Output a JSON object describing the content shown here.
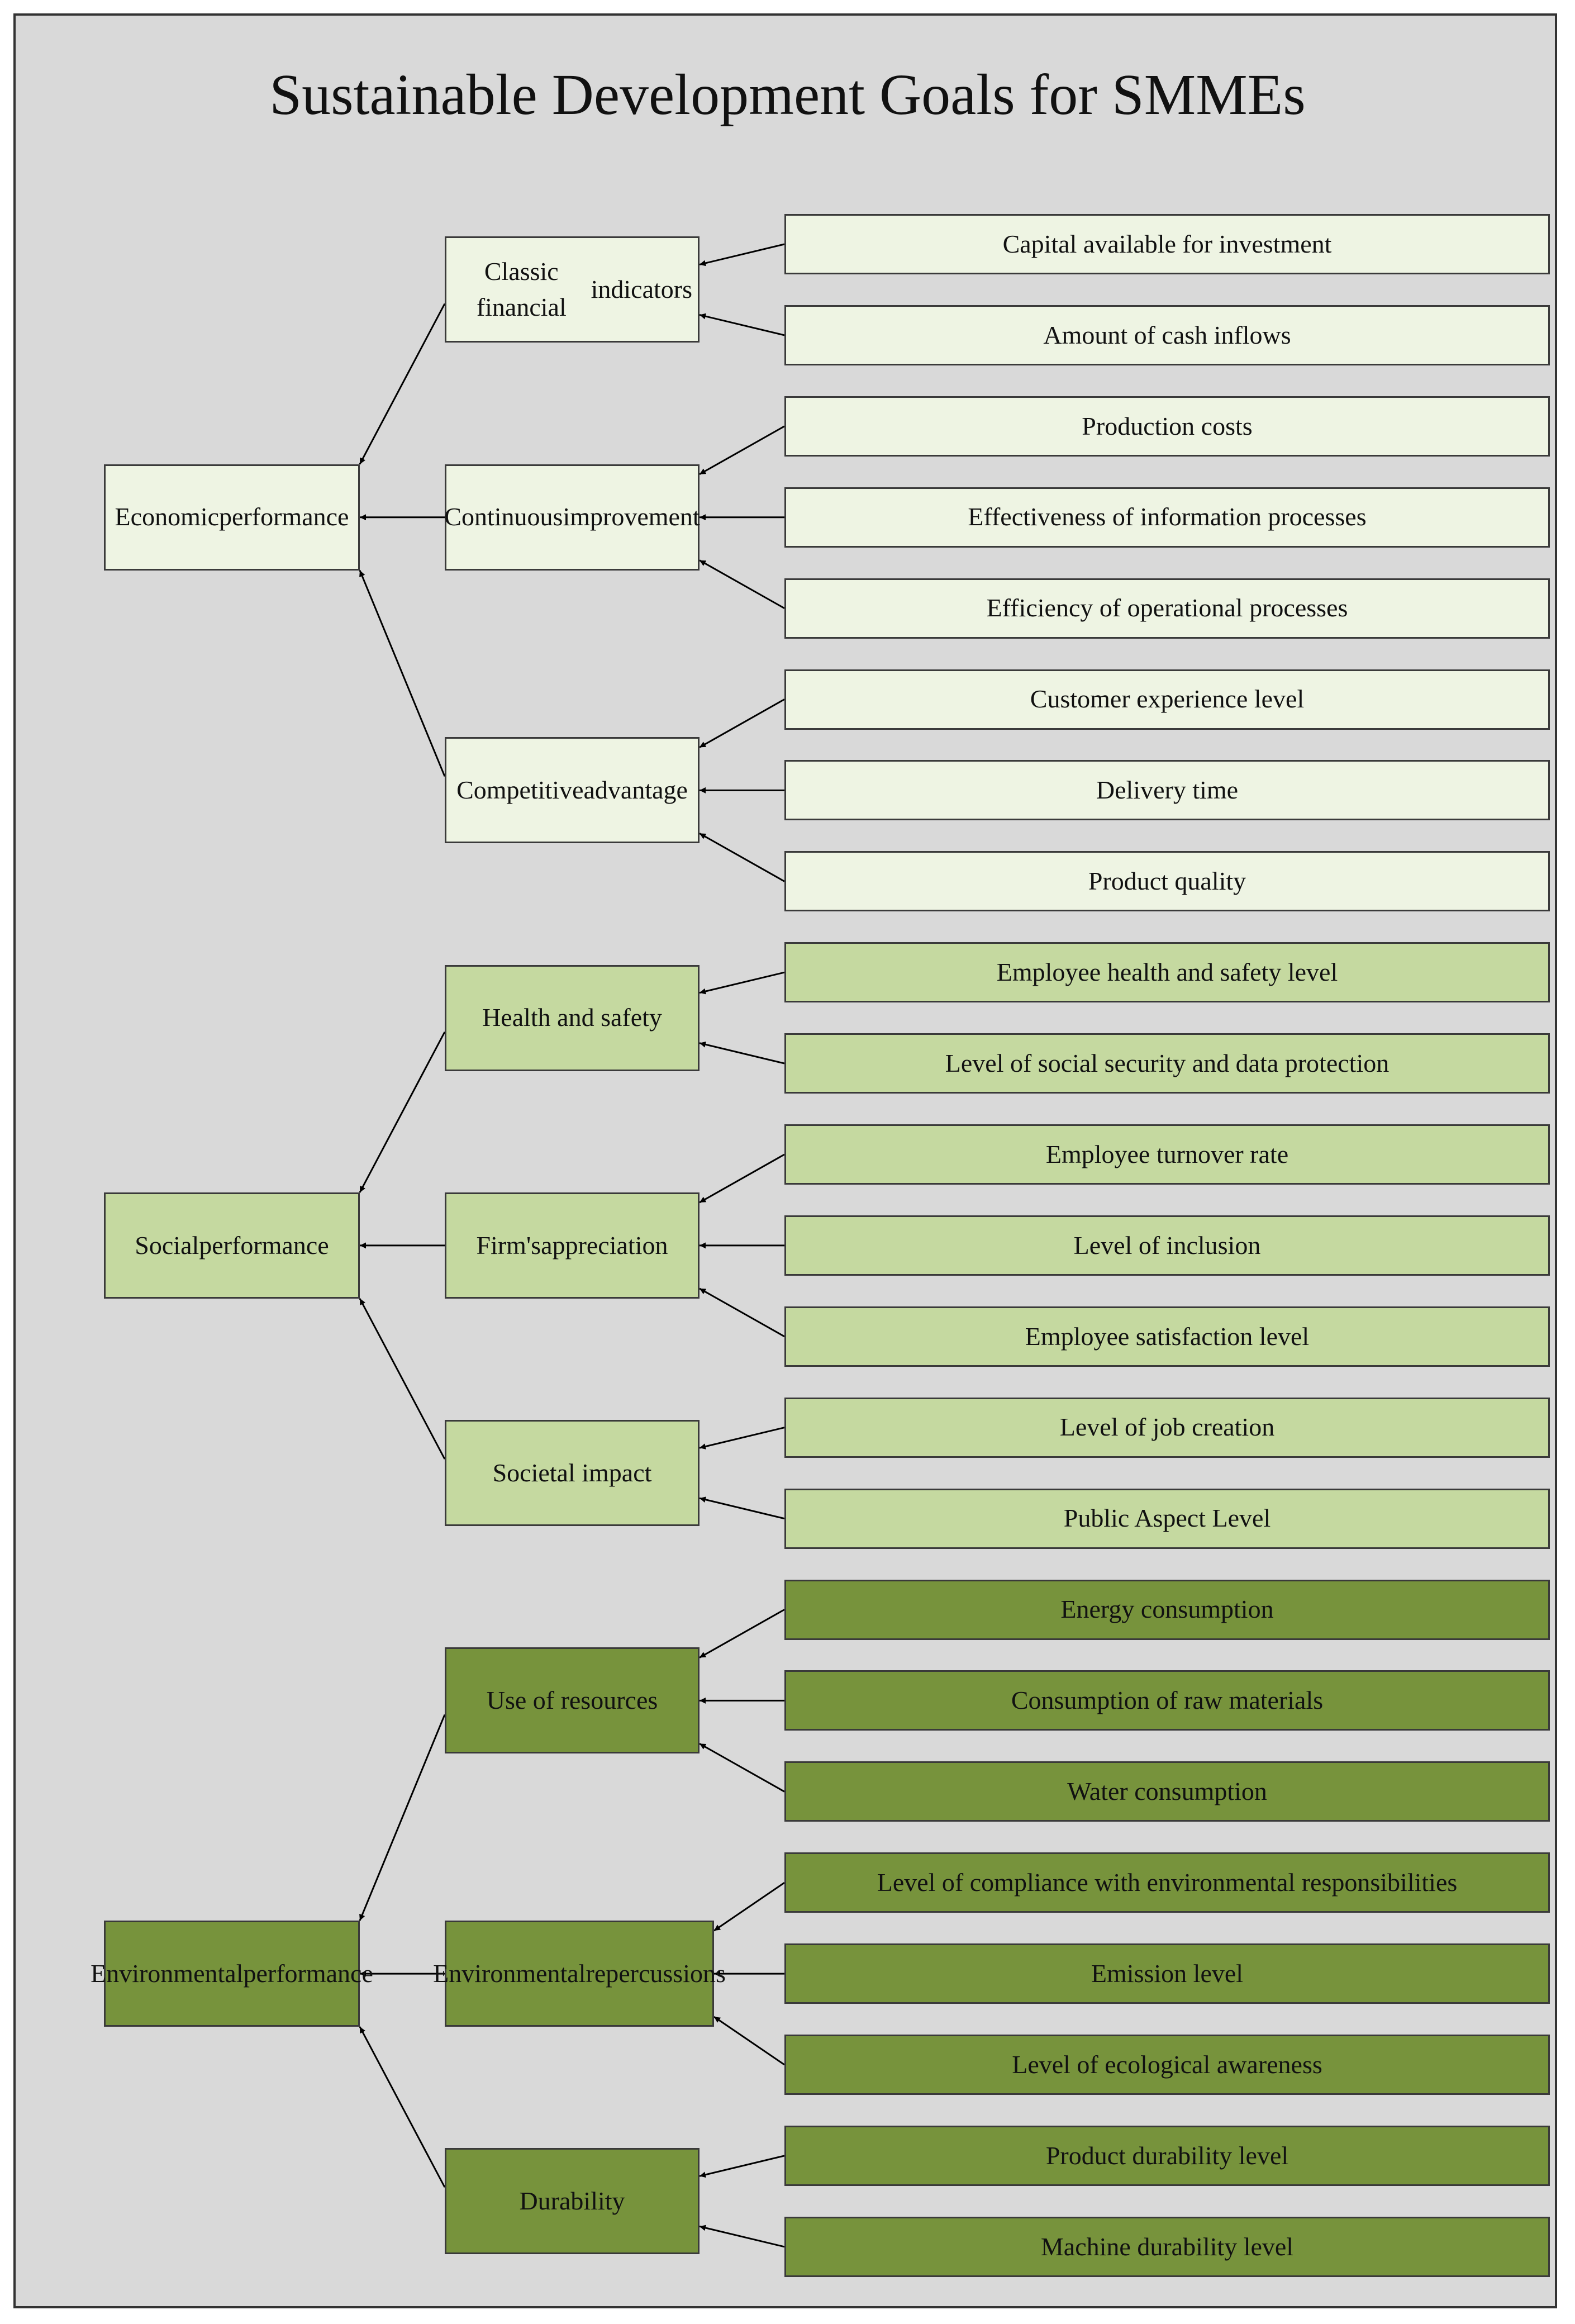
{
  "diagram": {
    "title": "Sustainable Development Goals for SMMEs",
    "palette": {
      "economic_fill": "#eef4e3",
      "social_fill": "#c5d9a0",
      "environmental_fill": "#77933c",
      "background": "#d9d9d9",
      "border": "#3a3a3a"
    },
    "pillars": [
      {
        "label": "Economic\nperformance",
        "categories": [
          {
            "label": "Classic financial\nindicators",
            "indicators": [
              "Capital available for investment",
              "Amount of cash inflows"
            ]
          },
          {
            "label": "Continuous\nimprovement",
            "indicators": [
              "Production costs",
              "Effectiveness of information processes",
              "Efficiency of operational processes"
            ]
          },
          {
            "label": "Competitive\nadvantage",
            "indicators": [
              "Customer experience level",
              "Delivery time",
              "Product quality"
            ]
          }
        ]
      },
      {
        "label": "Social\nperformance",
        "categories": [
          {
            "label": "Health and safety",
            "indicators": [
              "Employee health and safety level",
              "Level of social security and data protection"
            ]
          },
          {
            "label": "Firm's\nappreciation",
            "indicators": [
              "Employee turnover rate",
              "Level of inclusion",
              "Employee satisfaction level"
            ]
          },
          {
            "label": "Societal impact",
            "indicators": [
              "Level of job creation",
              "Public Aspect Level"
            ]
          }
        ]
      },
      {
        "label": "Environmental\nperformance",
        "categories": [
          {
            "label": "Use of resources",
            "indicators": [
              "Energy consumption",
              "Consumption of raw materials",
              "Water consumption"
            ]
          },
          {
            "label": "Environmental\nrepercussions",
            "indicators": [
              "Level of compliance with environmental responsibilities",
              "Emission level",
              "Level of ecological awareness"
            ]
          },
          {
            "label": "Durability",
            "indicators": [
              "Product durability level",
              "Machine durability level"
            ]
          }
        ]
      }
    ]
  }
}
